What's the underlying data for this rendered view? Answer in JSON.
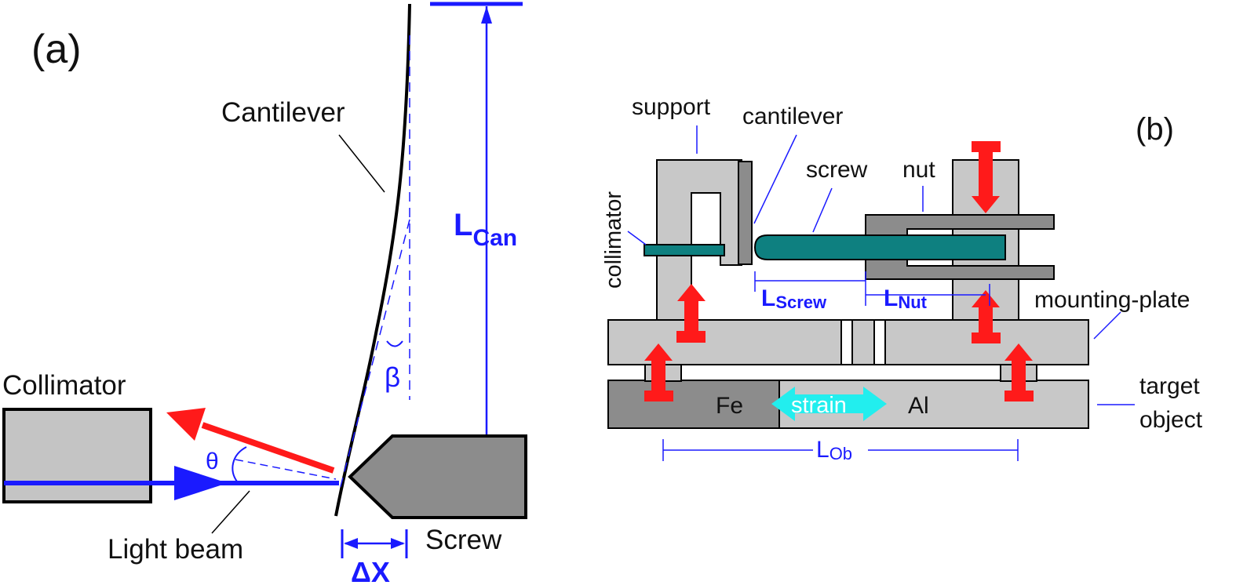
{
  "panel_a": {
    "tag": "(a)",
    "cantilever_label": "Cantilever",
    "collimator_label": "Collimator",
    "light_beam_label": "Light beam",
    "screw_label": "Screw",
    "l_can_main": "L",
    "l_can_sub": "Can",
    "beta_symbol": "β",
    "theta_symbol": "θ",
    "delta_x_label": "ΔX"
  },
  "panel_b": {
    "tag": "(b)",
    "support_label": "support",
    "cantilever_label": "cantilever",
    "screw_label": "screw",
    "nut_label": "nut",
    "collimator_label": "collimator",
    "mounting_plate_label": "mounting-plate",
    "target_label_line1": "target",
    "target_label_line2": "object",
    "fe_label": "Fe",
    "al_label": "Al",
    "strain_label": "strain",
    "l_screw_main": "L",
    "l_screw_sub": "Screw",
    "l_nut_main": "L",
    "l_nut_sub": "Nut",
    "l_ob_main": "L",
    "l_ob_sub": "Ob"
  },
  "colors": {
    "dimension_blue": "#1a1aff",
    "force_red": "#ff1a1a",
    "screw_teal": "#0e8080",
    "strain_cyan": "#22eeee",
    "part_gray": "#c8c8c8",
    "dark_gray": "#8c8c8c"
  }
}
